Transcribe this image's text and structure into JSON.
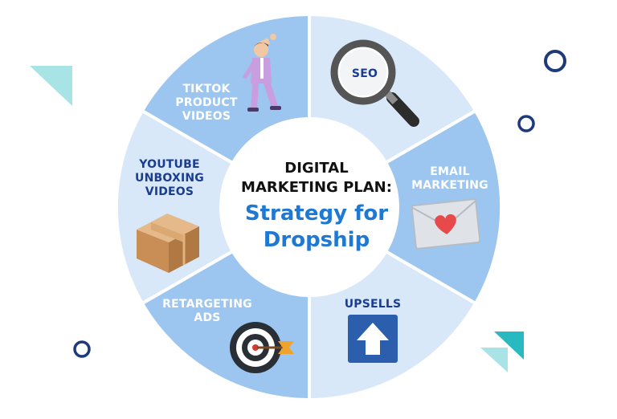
{
  "center": {
    "title": "DIGITAL\nMARKETING PLAN:",
    "subtitle": "Strategy for\nDropship"
  },
  "segments": [
    {
      "label": "SEO",
      "icon": "magnifier-icon"
    },
    {
      "label": "EMAIL\nMARKETING",
      "icon": "envelope-heart-icon"
    },
    {
      "label": "UPSELLS",
      "icon": "up-arrow-icon"
    },
    {
      "label": "RETARGETING\nADS",
      "icon": "target-icon"
    },
    {
      "label": "YOUTUBE\nUNBOXING\nVIDEOS",
      "icon": "box-icon"
    },
    {
      "label": "TIKTOK\nPRODUCT\nVIDEOS",
      "icon": "dancer-icon"
    }
  ],
  "colors": {
    "segment_dark": "#9cc6ef",
    "segment_light": "#d8e8f9",
    "label_blue": "#1a3d8f",
    "accent_blue": "#1f78d1",
    "teal": "#29b9c0",
    "navy": "#1e3a7a"
  }
}
